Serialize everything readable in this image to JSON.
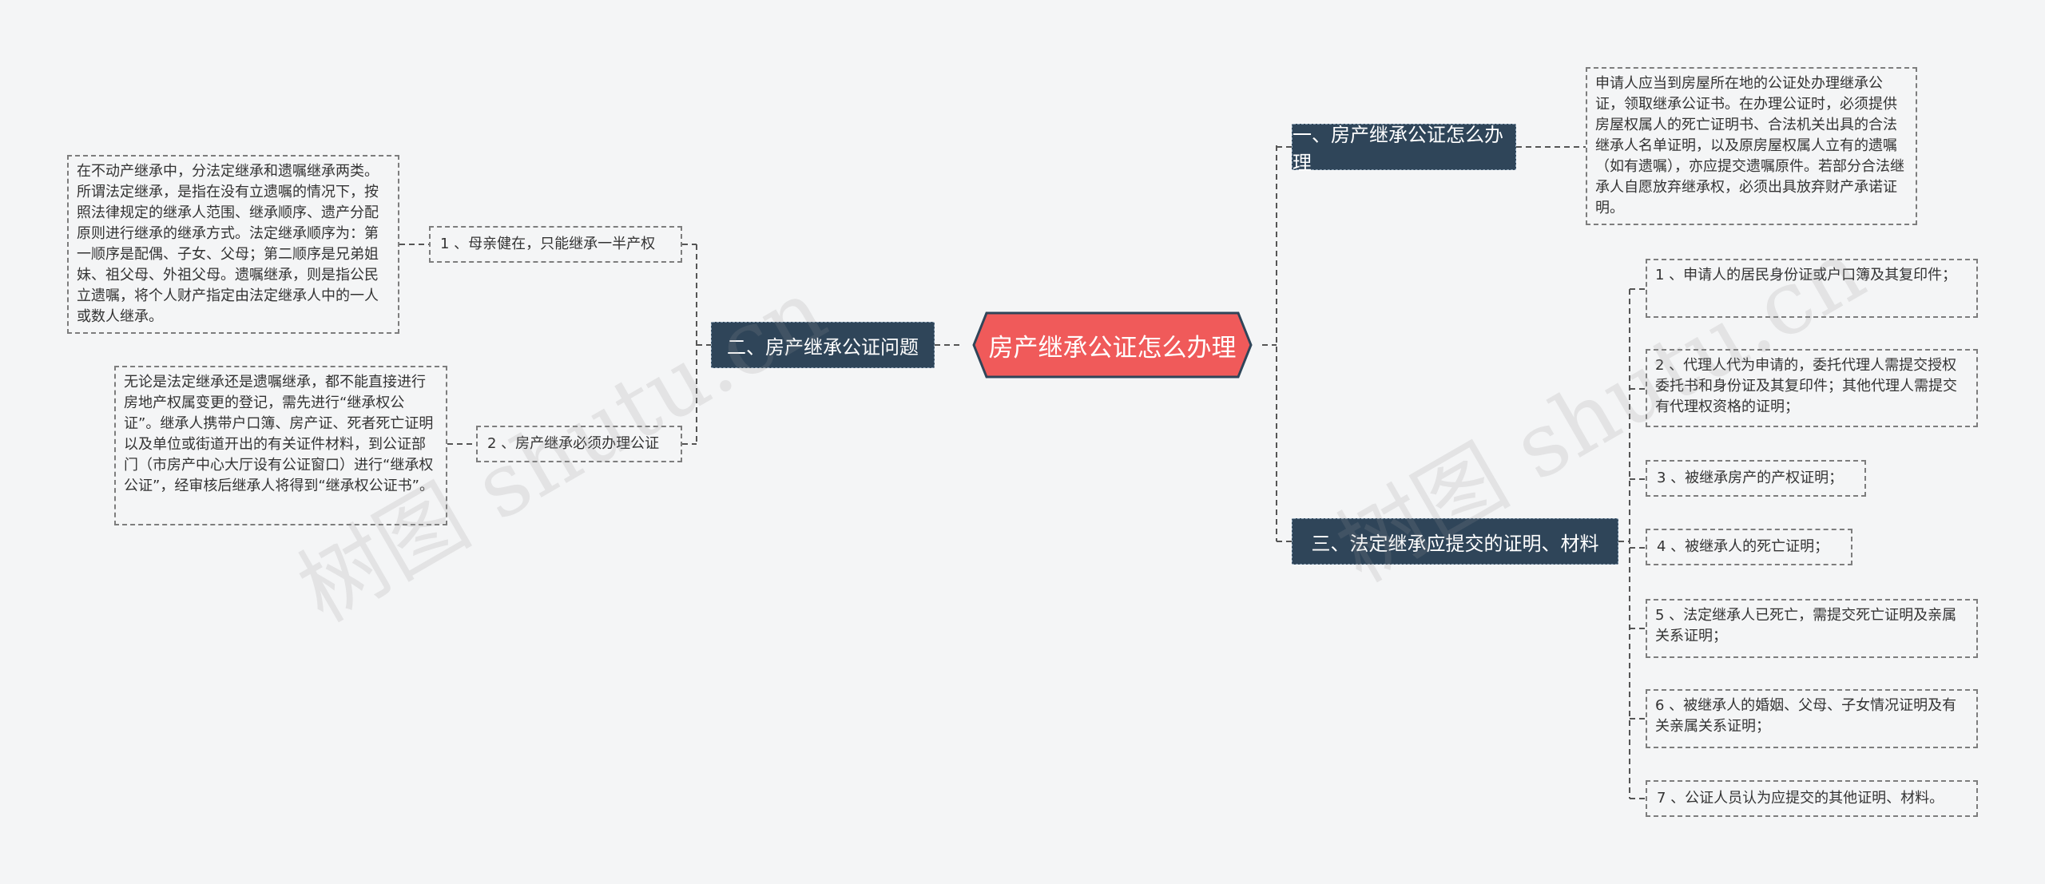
{
  "root": {
    "label": "房产继承公证怎么办理"
  },
  "branches": [
    {
      "label": "一、房产继承公证怎么办理"
    },
    {
      "label": "二、房产继承公证问题"
    },
    {
      "label": "三、法定继承应提交的证明、材料"
    }
  ],
  "b1_leaves": [
    {
      "text": "申请人应当到房屋所在地的公证处办理继承公证，领取继承公证书。在办理公证时，必须提供房屋权属人的死亡证明书、合法机关出具的合法继承人名单证明，以及原房屋权属人立有的遗嘱（如有遗嘱），亦应提交遗嘱原件。若部分合法继承人自愿放弃继承权，必须出具放弃财产承诺证明。"
    }
  ],
  "b2_items": [
    {
      "label": "1 、母亲健在，只能继承一半产权",
      "detail": "在不动产继承中，分法定继承和遗嘱继承两类。所谓法定继承，是指在没有立遗嘱的情况下，按照法律规定的继承人范围、继承顺序、遗产分配原则进行继承的继承方式。法定继承顺序为：第一顺序是配偶、子女、父母；第二顺序是兄弟姐妹、祖父母、外祖父母。遗嘱继承，则是指公民立遗嘱，将个人财产指定由法定继承人中的一人或数人继承。"
    },
    {
      "label": "2 、房产继承必须办理公证",
      "detail": "无论是法定继承还是遗嘱继承，都不能直接进行房地产权属变更的登记，需先进行“继承权公证”。继承人携带户口簿、房产证、死者死亡证明以及单位或街道开出的有关证件材料，到公证部门（市房产中心大厅设有公证窗口）进行“继承权公证”，经审核后继承人将得到“继承权公证书”。"
    }
  ],
  "b3_leaves": [
    {
      "text": "1 、申请人的居民身份证或户口簿及其复印件；"
    },
    {
      "text": "2 、代理人代为申请的，委托代理人需提交授权委托书和身份证及其复印件；其他代理人需提交有代理权资格的证明；"
    },
    {
      "text": "3 、被继承房产的产权证明；"
    },
    {
      "text": "4 、被继承人的死亡证明；"
    },
    {
      "text": "5 、法定继承人已死亡，需提交死亡证明及亲属关系证明；"
    },
    {
      "text": "6 、被继承人的婚姻、父母、子女情况证明及有关亲属关系证明；"
    },
    {
      "text": "7 、公证人员认为应提交的其他证明、材料。"
    }
  ],
  "watermarks": [
    "树图 shutu.cn",
    "树图 shutu.cn"
  ],
  "colors": {
    "root_fill": "#f05a5a",
    "branch_fill": "#2f4559",
    "line": "#555555",
    "background": "#f4f5f6"
  }
}
